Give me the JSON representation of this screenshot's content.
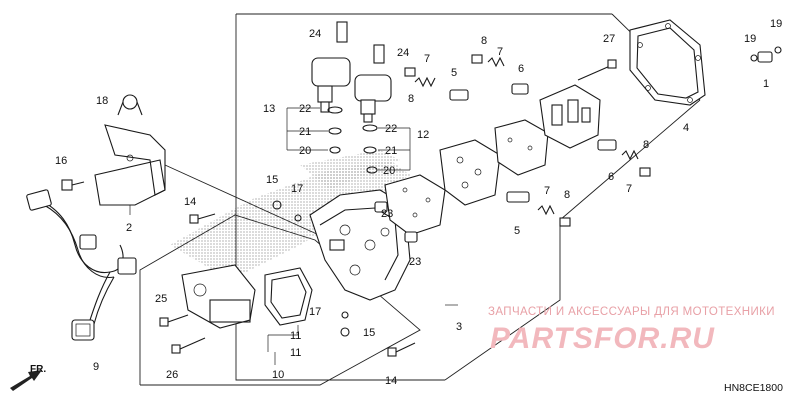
{
  "diagram": {
    "drawing_code": "HN8CE1800",
    "direction_label": "FR.",
    "watermark": {
      "caption": "ЗАПЧАСТИ И АКСЕССУАРЫ ДЛЯ МОТОТЕХНИКИ",
      "logo": "PARTSFOR.RU"
    },
    "callouts": [
      "24",
      "24",
      "13",
      "22",
      "21",
      "20",
      "22",
      "12",
      "21",
      "20",
      "7",
      "5",
      "8",
      "8",
      "7",
      "6",
      "27",
      "4",
      "19",
      "19",
      "1",
      "18",
      "16",
      "2",
      "15",
      "17",
      "14",
      "23",
      "23",
      "5",
      "7",
      "8",
      "6",
      "8",
      "7",
      "25",
      "26",
      "10",
      "11",
      "11",
      "17",
      "15",
      "9",
      "3",
      "14"
    ]
  }
}
